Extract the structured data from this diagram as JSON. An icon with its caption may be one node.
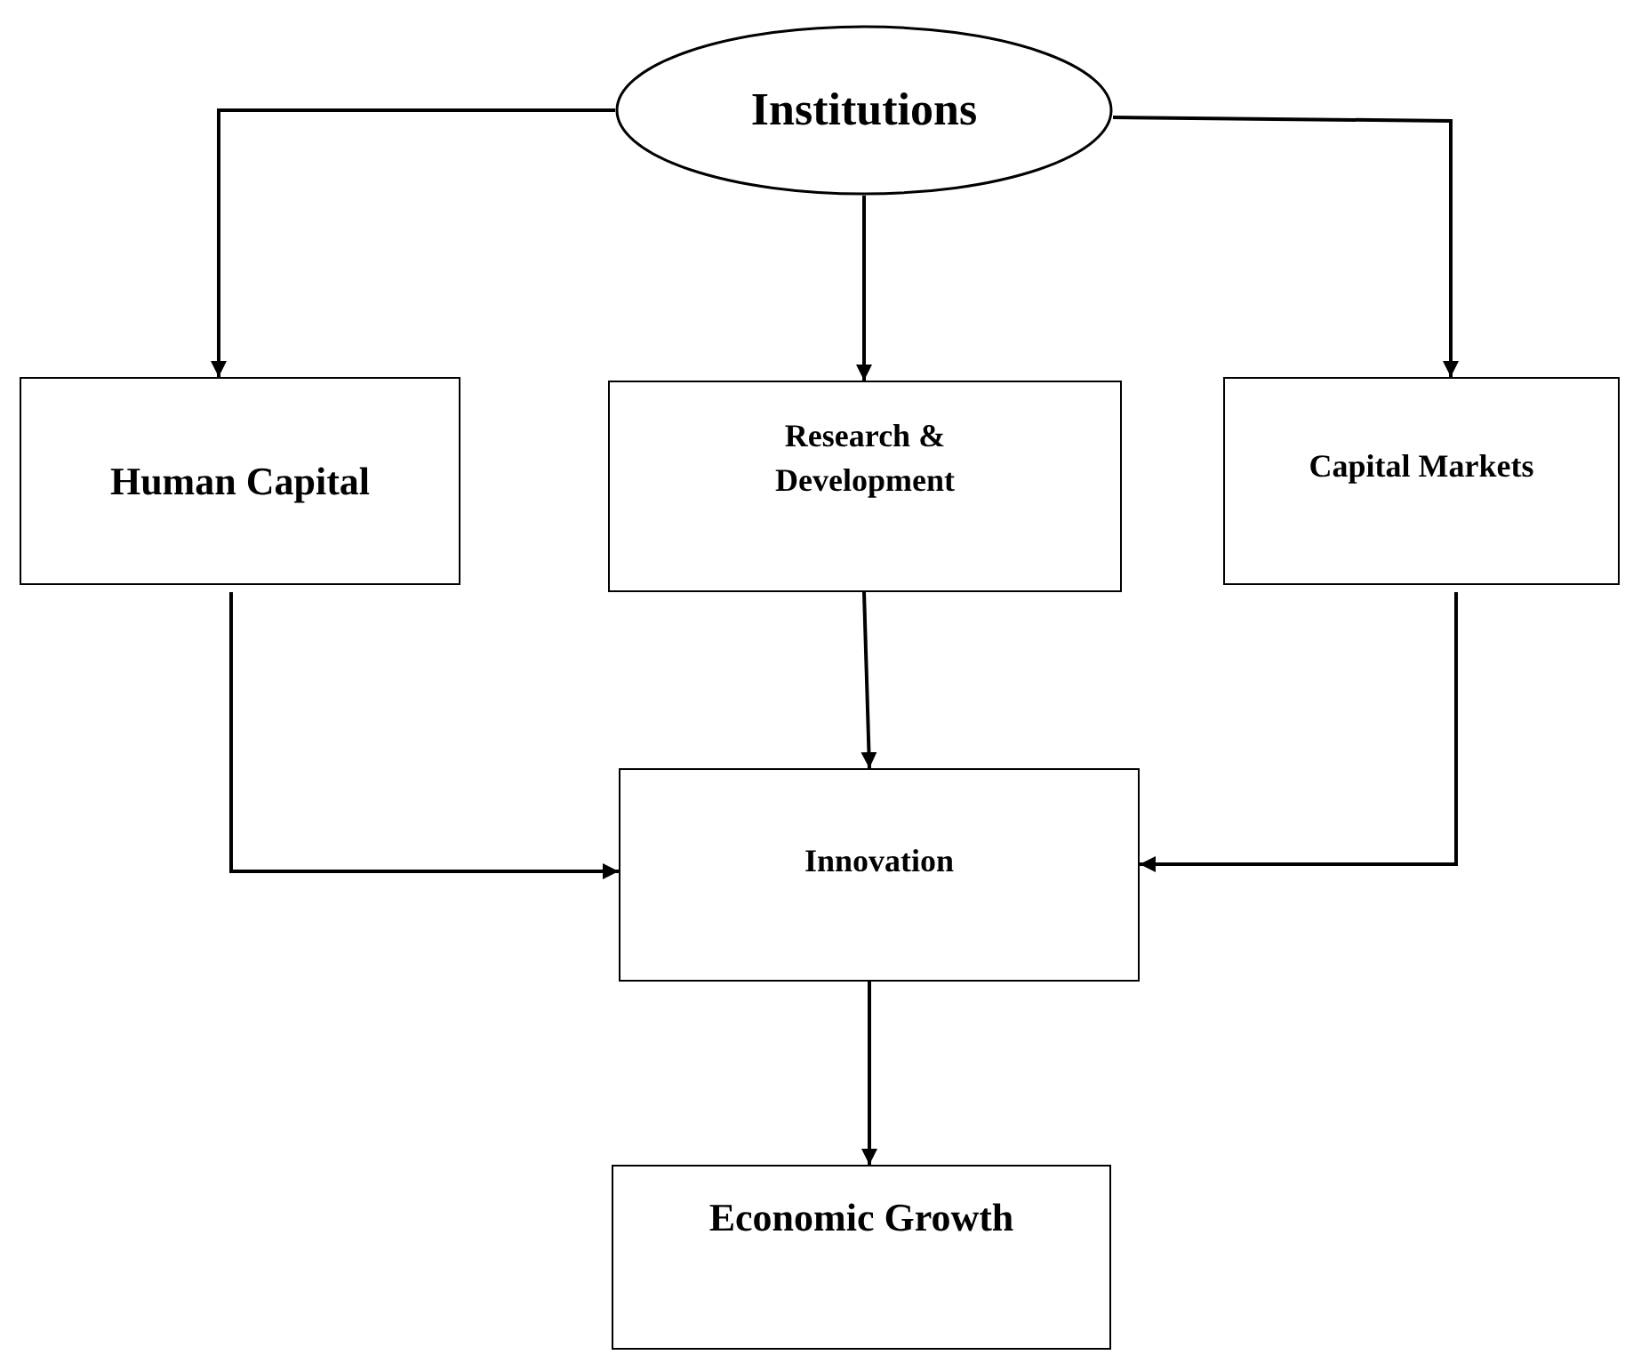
{
  "diagram": {
    "nodes": [
      {
        "text": [
          "Institutions"
        ]
      },
      {
        "text": [
          "Human Capital"
        ]
      },
      {
        "text": [
          "Research & Development"
        ]
      },
      {
        "text": [
          "Capital Markets"
        ]
      },
      {
        "text": [
          "Innovation"
        ]
      },
      {
        "text": [
          "Economic Growth"
        ]
      }
    ],
    "edges": [
      {
        "from": 0,
        "to": 1,
        "arrow": "to"
      },
      {
        "from": 0,
        "to": 2,
        "arrow": "to"
      },
      {
        "from": 0,
        "to": 3,
        "arrow": "to"
      },
      {
        "from": 1,
        "to": 4,
        "arrow": "to"
      },
      {
        "from": 2,
        "to": 4,
        "arrow": "to"
      },
      {
        "from": 3,
        "to": 4,
        "arrow": "to"
      },
      {
        "from": 4,
        "to": 5,
        "arrow": "to"
      }
    ]
  }
}
